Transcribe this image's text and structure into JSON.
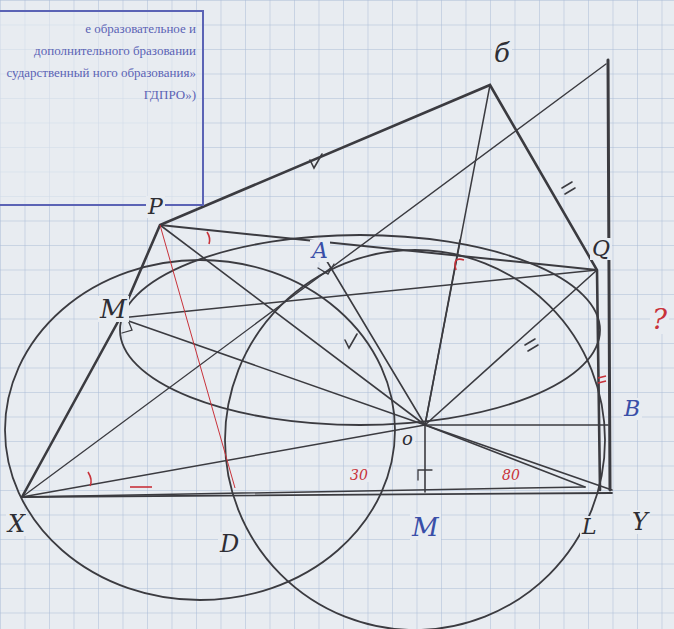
{
  "diagram": {
    "nodes": [
      {
        "text": [
          "е образовательное и дополнительного бразовании сударственный ного образования» ГДПРО»)"
        ]
      }
    ],
    "labels": [
      "б",
      "P",
      "A",
      "Q",
      "M",
      "X",
      "D",
      "M",
      "L",
      "Y",
      "B",
      "o",
      "?",
      "30",
      "80"
    ]
  }
}
